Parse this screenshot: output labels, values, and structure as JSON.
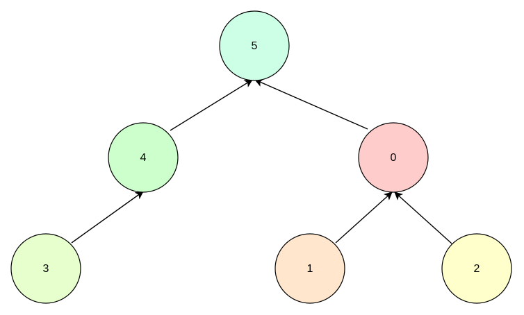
{
  "diagram": {
    "type": "tree",
    "nodes": [
      {
        "id": "n5",
        "label": "5",
        "color": "#ccffe6"
      },
      {
        "id": "n4",
        "label": "4",
        "color": "#ccffcc"
      },
      {
        "id": "n0",
        "label": "0",
        "color": "#ffcccc"
      },
      {
        "id": "n3",
        "label": "3",
        "color": "#e6ffcc"
      },
      {
        "id": "n1",
        "label": "1",
        "color": "#ffe6cc"
      },
      {
        "id": "n2",
        "label": "2",
        "color": "#ffffcc"
      }
    ],
    "edges": [
      {
        "from": "n4",
        "to": "n5"
      },
      {
        "from": "n0",
        "to": "n5"
      },
      {
        "from": "n3",
        "to": "n4"
      },
      {
        "from": "n1",
        "to": "n0"
      },
      {
        "from": "n2",
        "to": "n0"
      }
    ],
    "stroke_color": "#000000"
  }
}
